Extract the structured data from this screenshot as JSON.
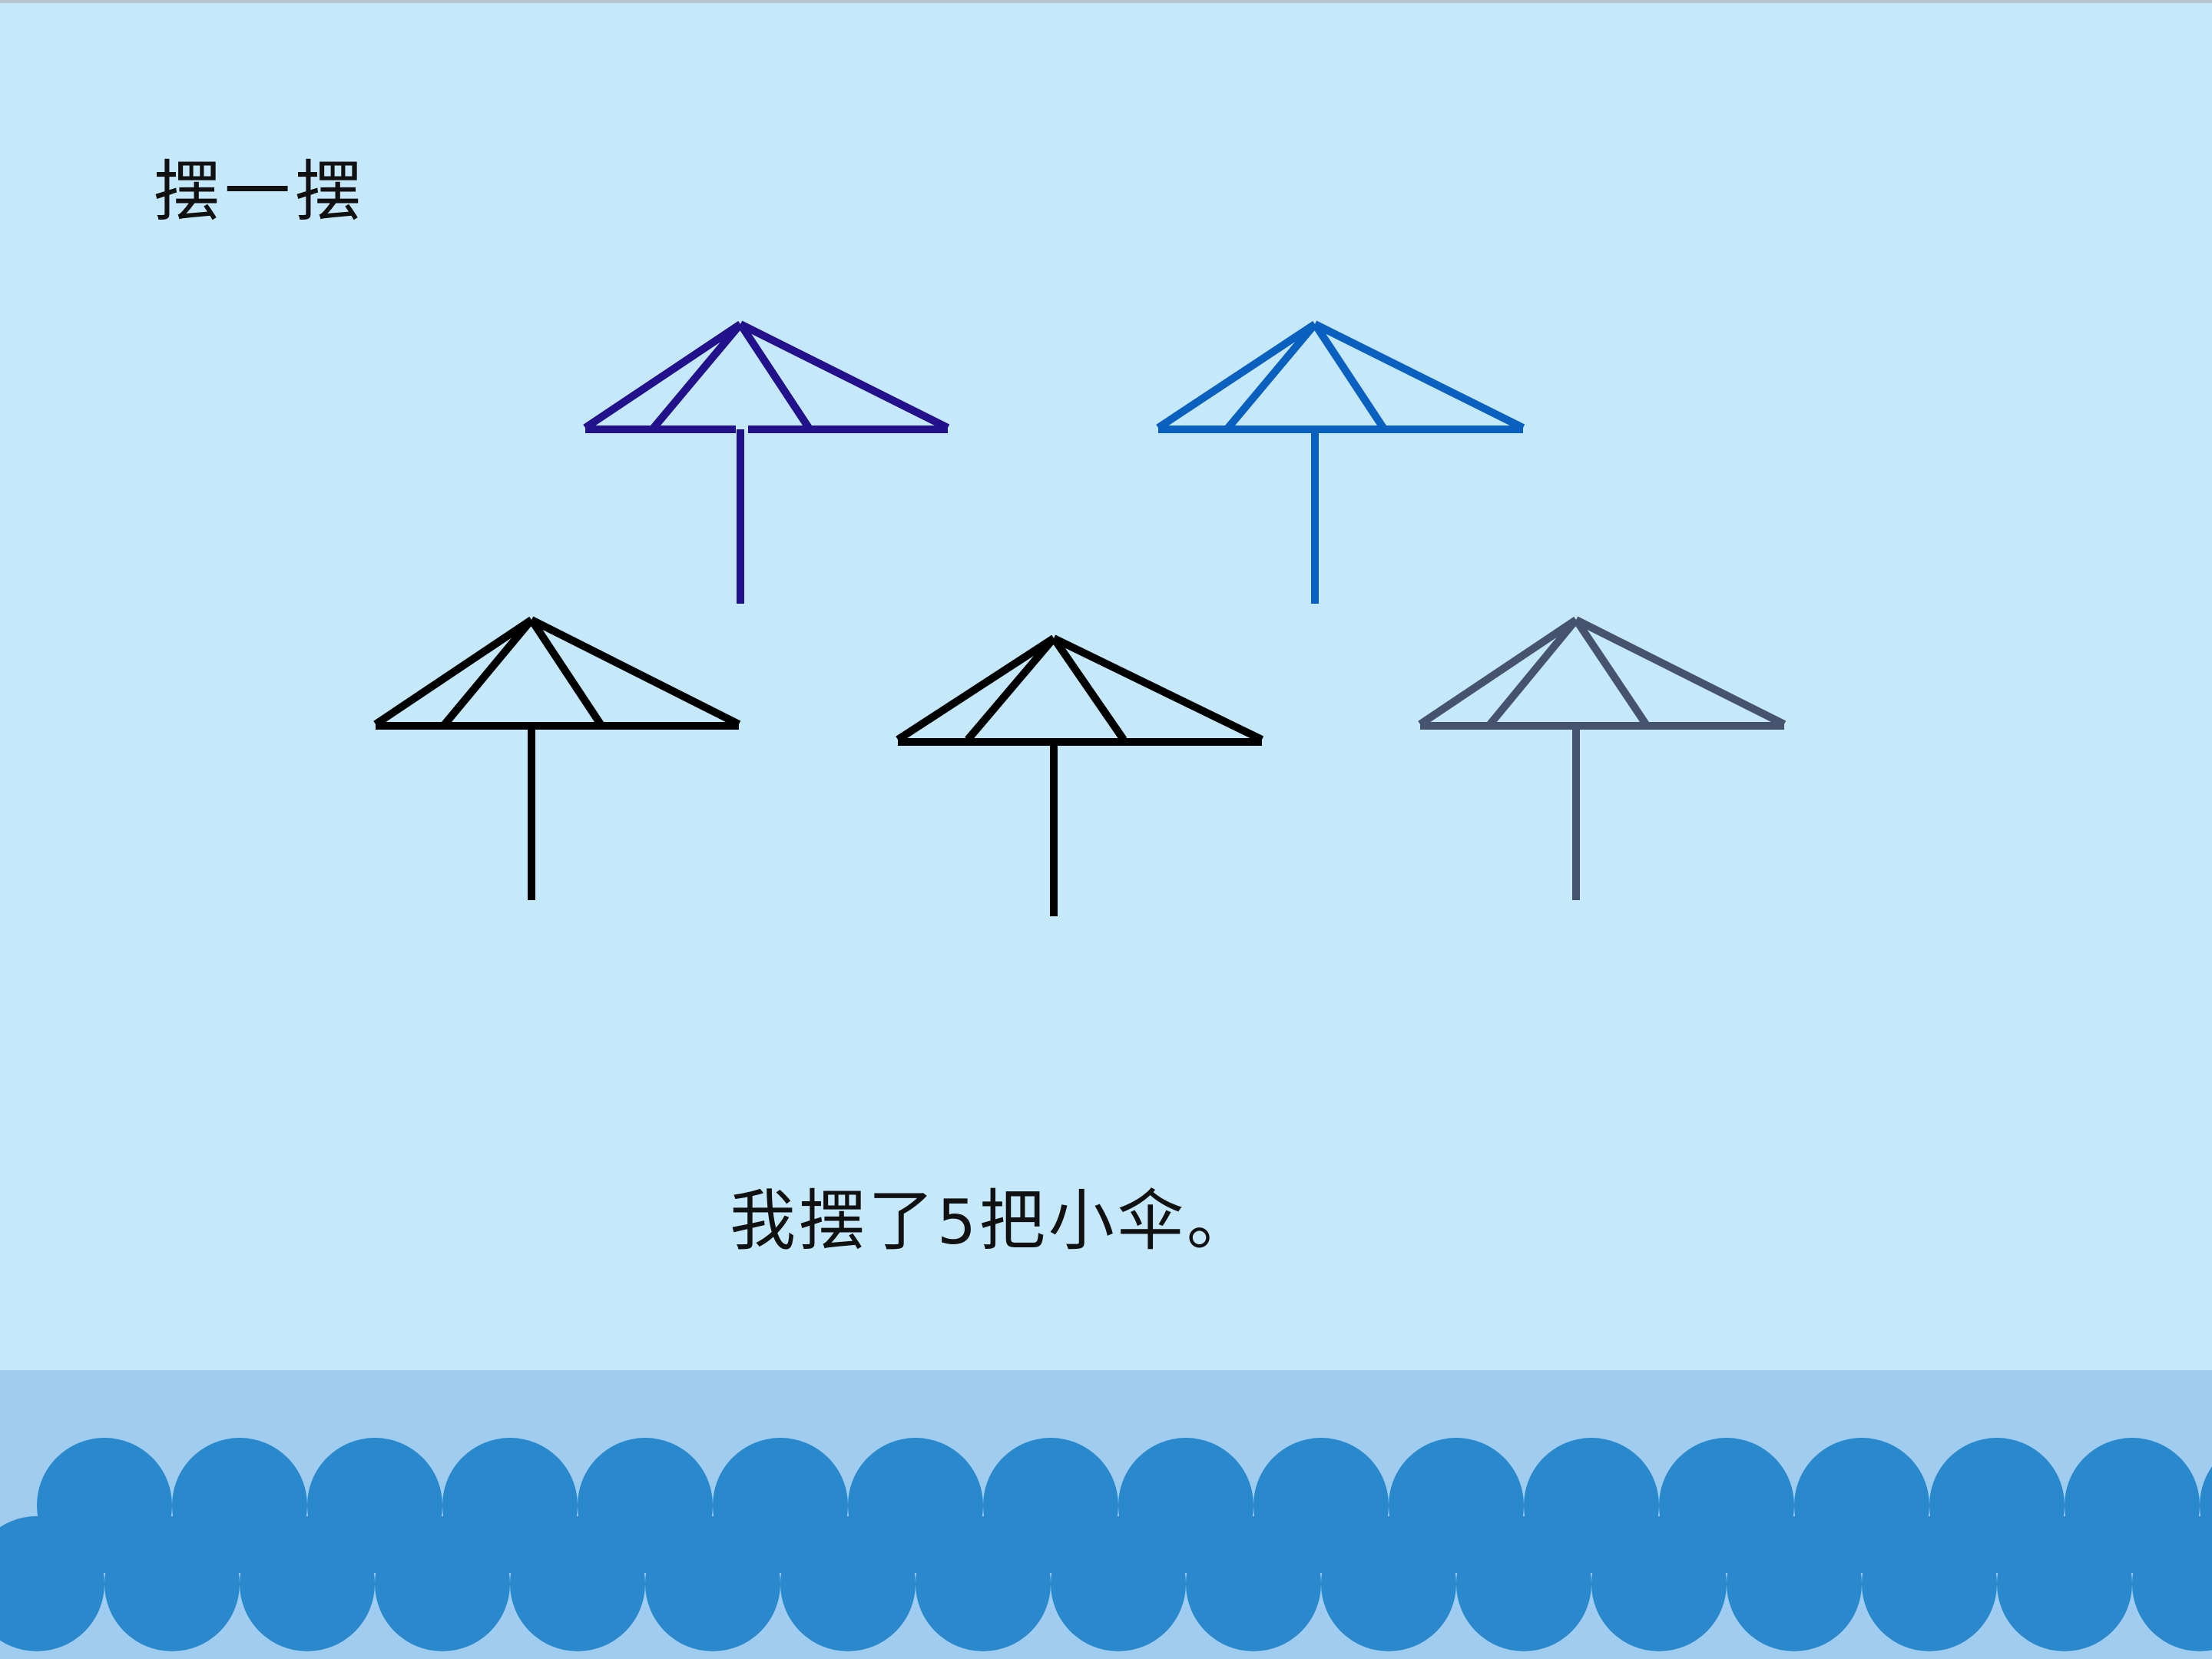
{
  "slide": {
    "title": "摆一摆",
    "sentence_before": "我摆了",
    "sentence_number": "5",
    "sentence_after": "把小伞。"
  },
  "umbrellas": [
    {
      "name": "umbrella-1",
      "color": "#22118a"
    },
    {
      "name": "umbrella-2",
      "color": "#0a60be"
    },
    {
      "name": "umbrella-3",
      "color": "#000000"
    },
    {
      "name": "umbrella-4",
      "color": "#000000"
    },
    {
      "name": "umbrella-5",
      "color": "#45536e"
    }
  ],
  "colors": {
    "background": "#c6e8fb",
    "sea_band": "#a0ccf0",
    "waves": "#2a88cc"
  }
}
